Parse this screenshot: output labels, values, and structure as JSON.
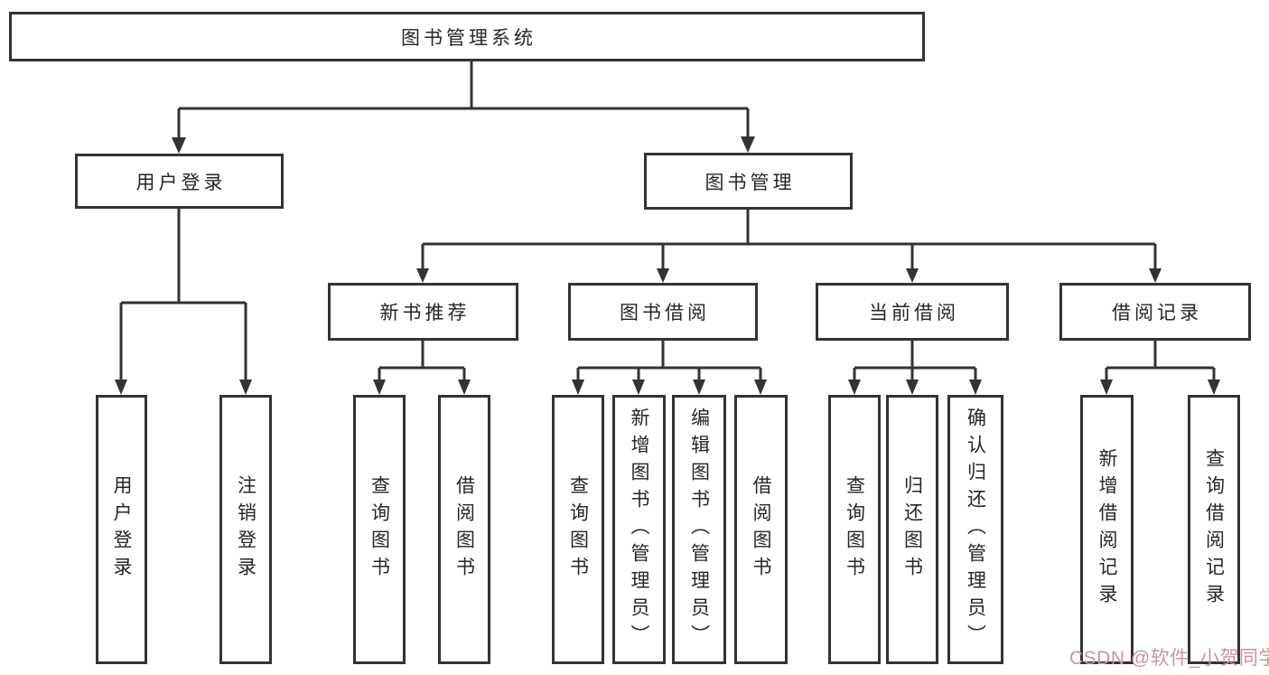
{
  "diagram": {
    "root": {
      "label": "图书管理系统"
    },
    "branches": [
      {
        "label": "用户登录",
        "children": [
          {
            "label": "用户登录"
          },
          {
            "label": "注销登录"
          }
        ]
      },
      {
        "label": "图书管理",
        "children": [
          {
            "label": "新书推荐",
            "children": [
              {
                "label": "查询图书"
              },
              {
                "label": "借阅图书"
              }
            ]
          },
          {
            "label": "图书借阅",
            "children": [
              {
                "label": "查询图书"
              },
              {
                "label": "新增图书（管理员）"
              },
              {
                "label": "编辑图书（管理员）"
              },
              {
                "label": "借阅图书"
              }
            ]
          },
          {
            "label": "当前借阅",
            "children": [
              {
                "label": "查询图书"
              },
              {
                "label": "归还图书"
              },
              {
                "label": "确认归还（管理员）"
              }
            ]
          },
          {
            "label": "借阅记录",
            "children": [
              {
                "label": "新增借阅记录"
              },
              {
                "label": "查询借阅记录"
              }
            ]
          }
        ]
      }
    ]
  },
  "watermark": {
    "text": "CSDN @软件_小贺同学"
  },
  "colors": {
    "line": "#333333",
    "box_border": "#333333",
    "text": "#262626",
    "background": "#ffffff",
    "watermark": "#c9959d"
  }
}
